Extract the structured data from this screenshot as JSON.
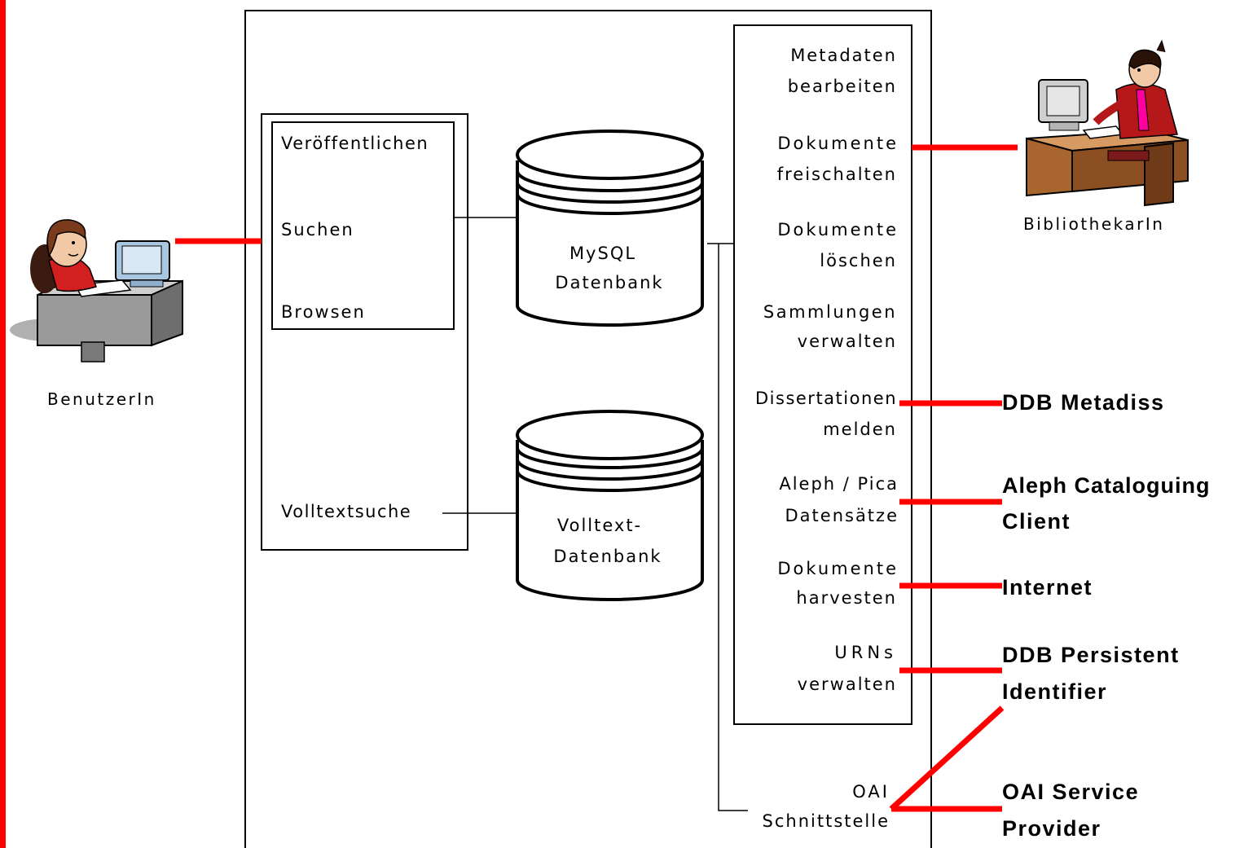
{
  "actors": {
    "user": "BenutzerIn",
    "librarian": "BibliothekarIn"
  },
  "left_box": {
    "publish": "Veröffentlichen",
    "search": "Suchen",
    "browse": "Browsen",
    "fulltext_search": "Volltextsuche"
  },
  "databases": {
    "mysql_line1": "MySQL",
    "mysql_line2": "Datenbank",
    "fulltext_line1": "Volltext-",
    "fulltext_line2": "Datenbank"
  },
  "functions": {
    "f1": [
      "Metadaten",
      "bearbeiten"
    ],
    "f2": [
      "Dokumente",
      "freischalten"
    ],
    "f3": [
      "Dokumente",
      "löschen"
    ],
    "f4": [
      "Sammlungen",
      "verwalten"
    ],
    "f5": [
      "Dissertationen",
      "melden"
    ],
    "f6": [
      "Aleph / Pica",
      "Datensätze"
    ],
    "f7": [
      "Dokumente",
      "harvesten"
    ],
    "f8": [
      "URNs",
      "verwalten"
    ]
  },
  "oai": [
    "OAI",
    "Schnittstelle"
  ],
  "external": {
    "ddb_metadiss": "DDB Metadiss",
    "aleph_1": "Aleph Cataloguing",
    "aleph_2": "Client",
    "internet": "Internet",
    "ddb_pi_1": "DDB Persistent",
    "ddb_pi_2": "Identifier",
    "oai_sp_1": "OAI Service",
    "oai_sp_2": "Provider"
  },
  "colors": {
    "connector": "#ff0000",
    "line": "#000000",
    "background": "#ffffff"
  }
}
